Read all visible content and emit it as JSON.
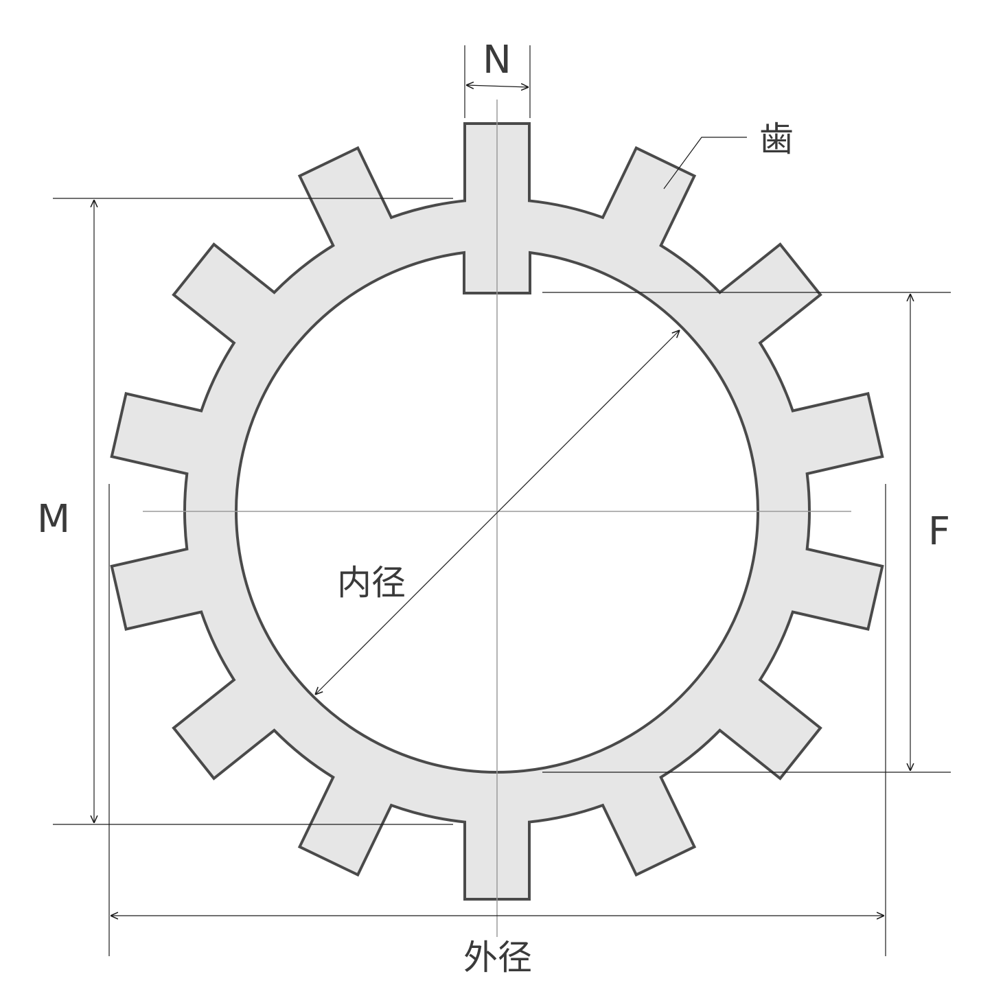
{
  "labels": {
    "tooth_width": "N",
    "tooth": "歯",
    "inner_diameter": "内径",
    "outer_diameter": "外径",
    "dim_m": "M",
    "dim_f": "F"
  },
  "colors": {
    "washer_fill": "#e6e6e6",
    "washer_stroke": "#4a4a4a",
    "dimension_line": "#1a1a1a",
    "center_line": "#9a9a9a",
    "text": "#3a3a3a"
  }
}
